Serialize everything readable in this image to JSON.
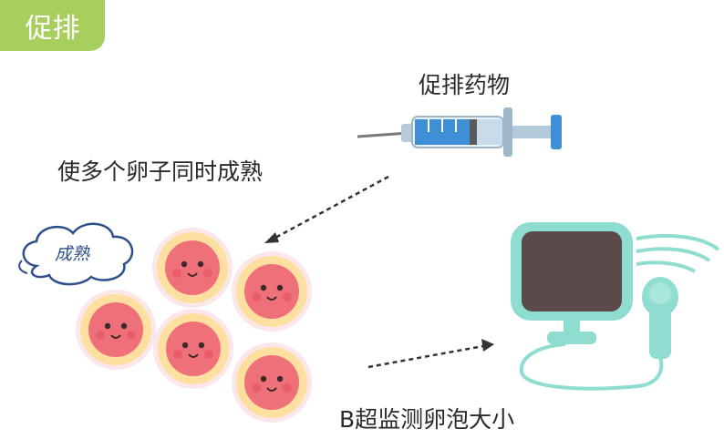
{
  "title": "促排",
  "labels": {
    "drug": "促排药物",
    "mature": "使多个卵子同时成熟",
    "ultrasound": "B超监测卵泡大小",
    "cloud": "成熟"
  },
  "colors": {
    "badge": "#a6cf5e",
    "device": "#8fdcd0",
    "screen": "#5a4a4a",
    "syringe_liquid": "#3f8fd6",
    "egg_core": "#f0707a",
    "egg_ring": "#fde0a0"
  },
  "icons": [
    "syringe-icon",
    "ultrasound-machine-icon",
    "thought-cloud-icon",
    "egg-cell-icon"
  ]
}
